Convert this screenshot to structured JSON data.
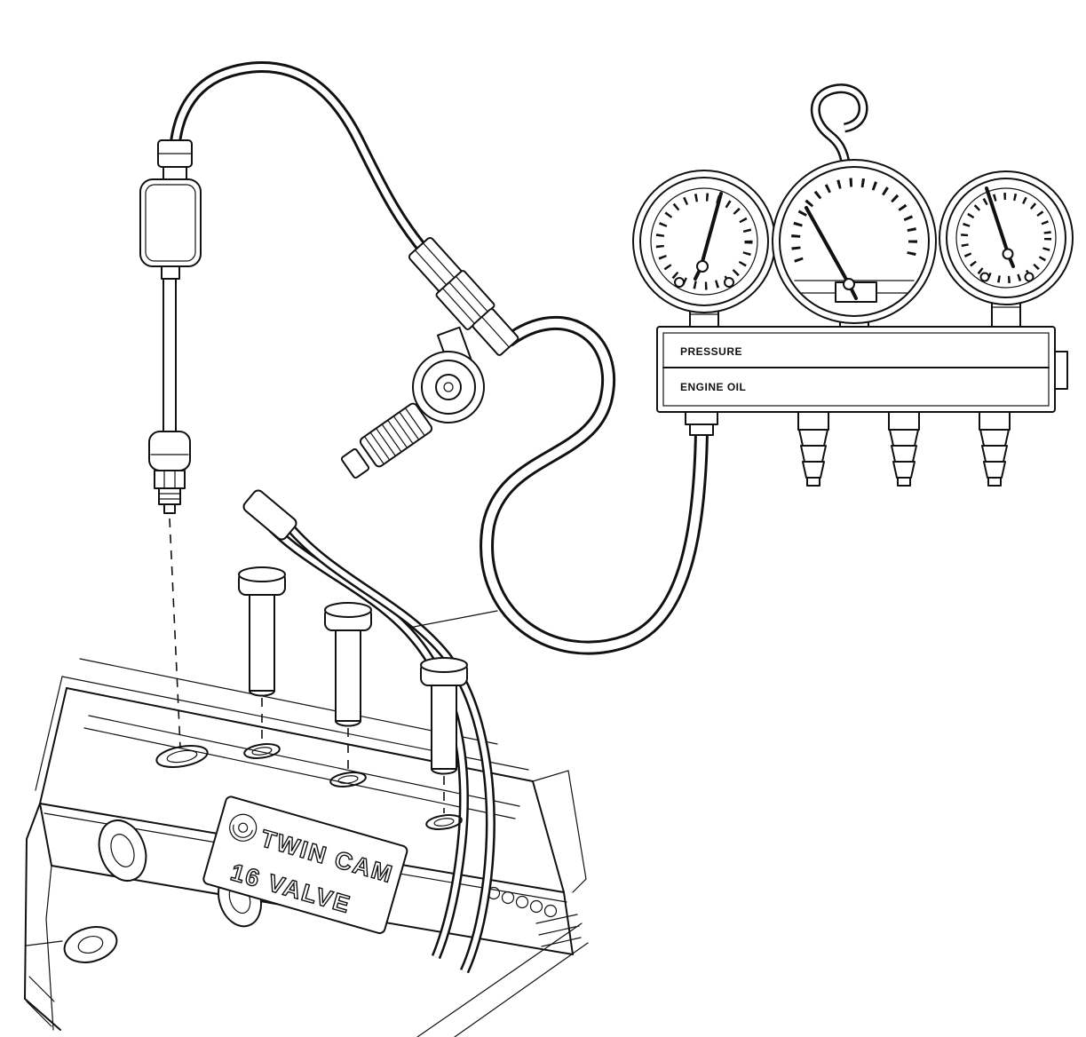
{
  "page": {
    "background": "#ffffff",
    "ink": "#111111"
  },
  "manifold": {
    "label_top": "PRESSURE",
    "label_bottom": "ENGINE OIL"
  },
  "valve_cover": {
    "logo_line1": "TWIN CAM",
    "logo_line2": "16 VALVE"
  }
}
